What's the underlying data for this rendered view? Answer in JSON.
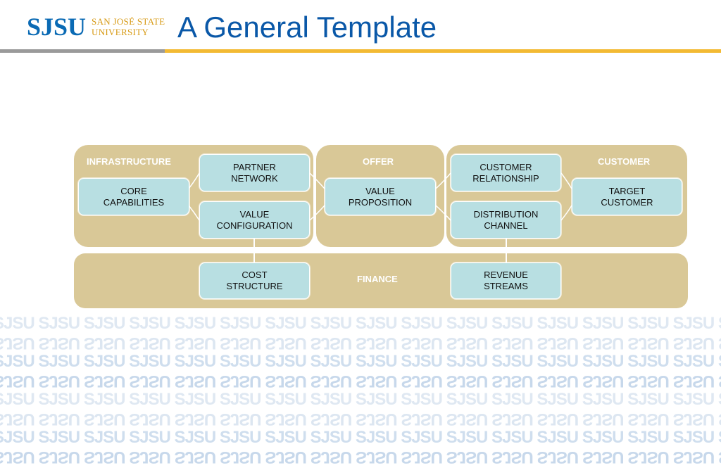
{
  "header": {
    "logo_mark": "SJSU",
    "logo_line1": "SAN JOSÉ STATE",
    "logo_line2": "UNIVERSITY",
    "title": "A General Template"
  },
  "diagram": {
    "infrastructure_label": "INFRASTRUCTURE",
    "offer_label": "OFFER",
    "customer_label": "CUSTOMER",
    "finance_label": "FINANCE",
    "boxes": {
      "core_capabilities": "CORE\nCAPABILITIES",
      "partner_network": "PARTNER\nNETWORK",
      "value_configuration": "VALUE\nCONFIGURATION",
      "value_proposition": "VALUE\nPROPOSITION",
      "customer_relationship": "CUSTOMER\nRELATIONSHIP",
      "distribution_channel": "DISTRIBUTION\nCHANNEL",
      "target_customer": "TARGET\nCUSTOMER",
      "cost_structure": "COST\nSTRUCTURE",
      "revenue_streams": "REVENUE\nSTREAMS"
    }
  },
  "watermark_text": "SJSU",
  "colors": {
    "panel": "#d9c897",
    "box": "#b8dfe2",
    "title_blue": "#0a58a8",
    "gold_rule": "#f3ba33"
  }
}
